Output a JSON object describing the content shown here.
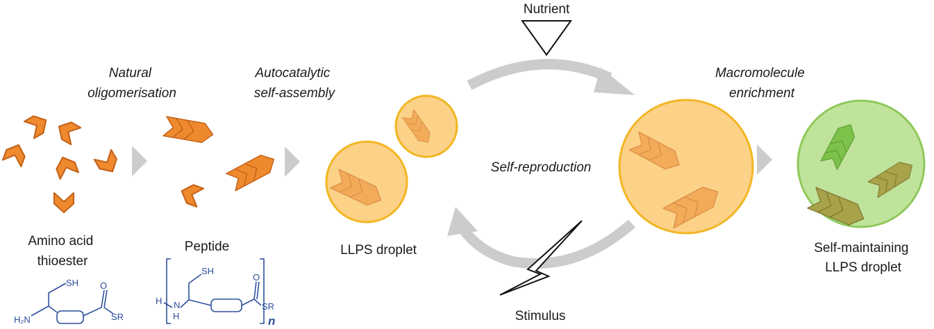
{
  "labels": {
    "natural_oligomerisation": [
      "Natural",
      "oligomerisation"
    ],
    "autocatalytic_self_assembly": [
      "Autocatalytic",
      "self-assembly"
    ],
    "macromolecule_enrichment": [
      "Macromolecule",
      "enrichment"
    ],
    "self_reproduction": "Self-reproduction",
    "nutrient": "Nutrient",
    "stimulus": "Stimulus",
    "amino_acid_thioester": [
      "Amino acid",
      "thioester"
    ],
    "peptide": "Peptide",
    "llps_droplet": "LLPS droplet",
    "self_maintaining_droplet": [
      "Self-maintaining",
      "LLPS droplet"
    ]
  },
  "chemistry": {
    "sh": "SH",
    "h2n": "H₂N",
    "o": "O",
    "sr": "SR",
    "h": "H",
    "n": "N",
    "nh_h": "H",
    "repeat_n": "n"
  },
  "colors": {
    "chevron_fill": "#ee8a2d",
    "chevron_stroke": "#c4621a",
    "droplet_fill": "#fcd188",
    "droplet_stroke": "#f2b622",
    "green_fill": "#c0e39b",
    "green_stroke": "#8fc85a",
    "arrow_gray": "#cccccc",
    "chem_blue": "#2d4f9c"
  }
}
